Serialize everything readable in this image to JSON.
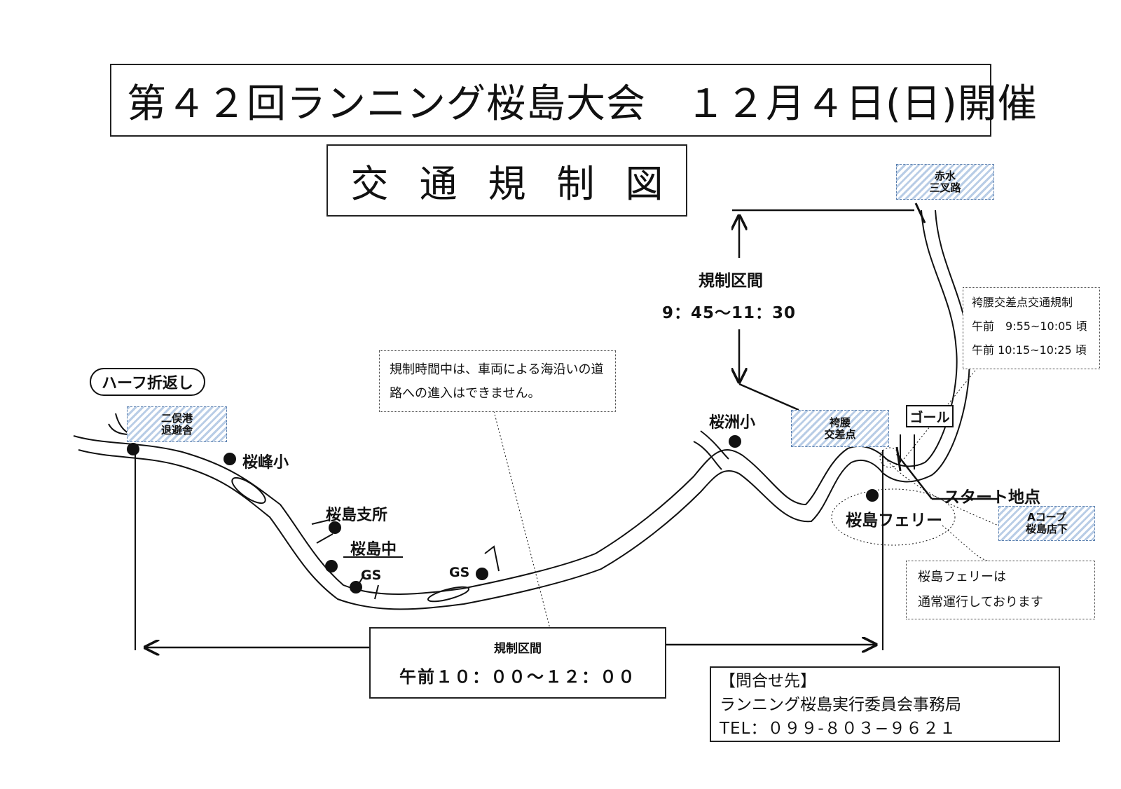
{
  "title": "第４２回ランニング桜島大会　１２月４日(日)開催",
  "subtitle": "交通規制図",
  "labels": {
    "half_turn": "ハーフ折返し",
    "futamata": "二俣港\n退避舎",
    "oumine": "桜峰小",
    "shisho": "桜島支所",
    "chu": "桜島中",
    "gs1": "GS",
    "gs2": "GS",
    "oushu": "桜洲小",
    "hakama_cross": "袴腰\n交差点",
    "goal": "ゴール",
    "start": "スタート地点",
    "ferry": "桜島フェリー",
    "acoop": "Aコープ\n桜島店下",
    "akamizu": "赤水\n三叉路"
  },
  "regulation_upper": {
    "label": "規制区間",
    "time": "9：45～11：30"
  },
  "regulation_main": {
    "label": "規制区間",
    "time": "午前１０：００～１２：００"
  },
  "notes": {
    "coastal": "規制時間中は、車両による海沿いの道路への進入はできません。",
    "hakama_title": "袴腰交差点交通規制",
    "hakama_line1": "午前　9:55~10:05 頃",
    "hakama_line2": "午前 10:15~10:25 頃",
    "ferry_line1": "桜島フェリーは",
    "ferry_line2": "通常運行しております"
  },
  "contact": {
    "heading": "【問合せ先】",
    "org": "ランニング桜島実行委員会事務局",
    "tel": "TEL：０９９-８０３−９６２１"
  },
  "colors": {
    "hatch": "#b9cde6",
    "ink": "#111111"
  }
}
